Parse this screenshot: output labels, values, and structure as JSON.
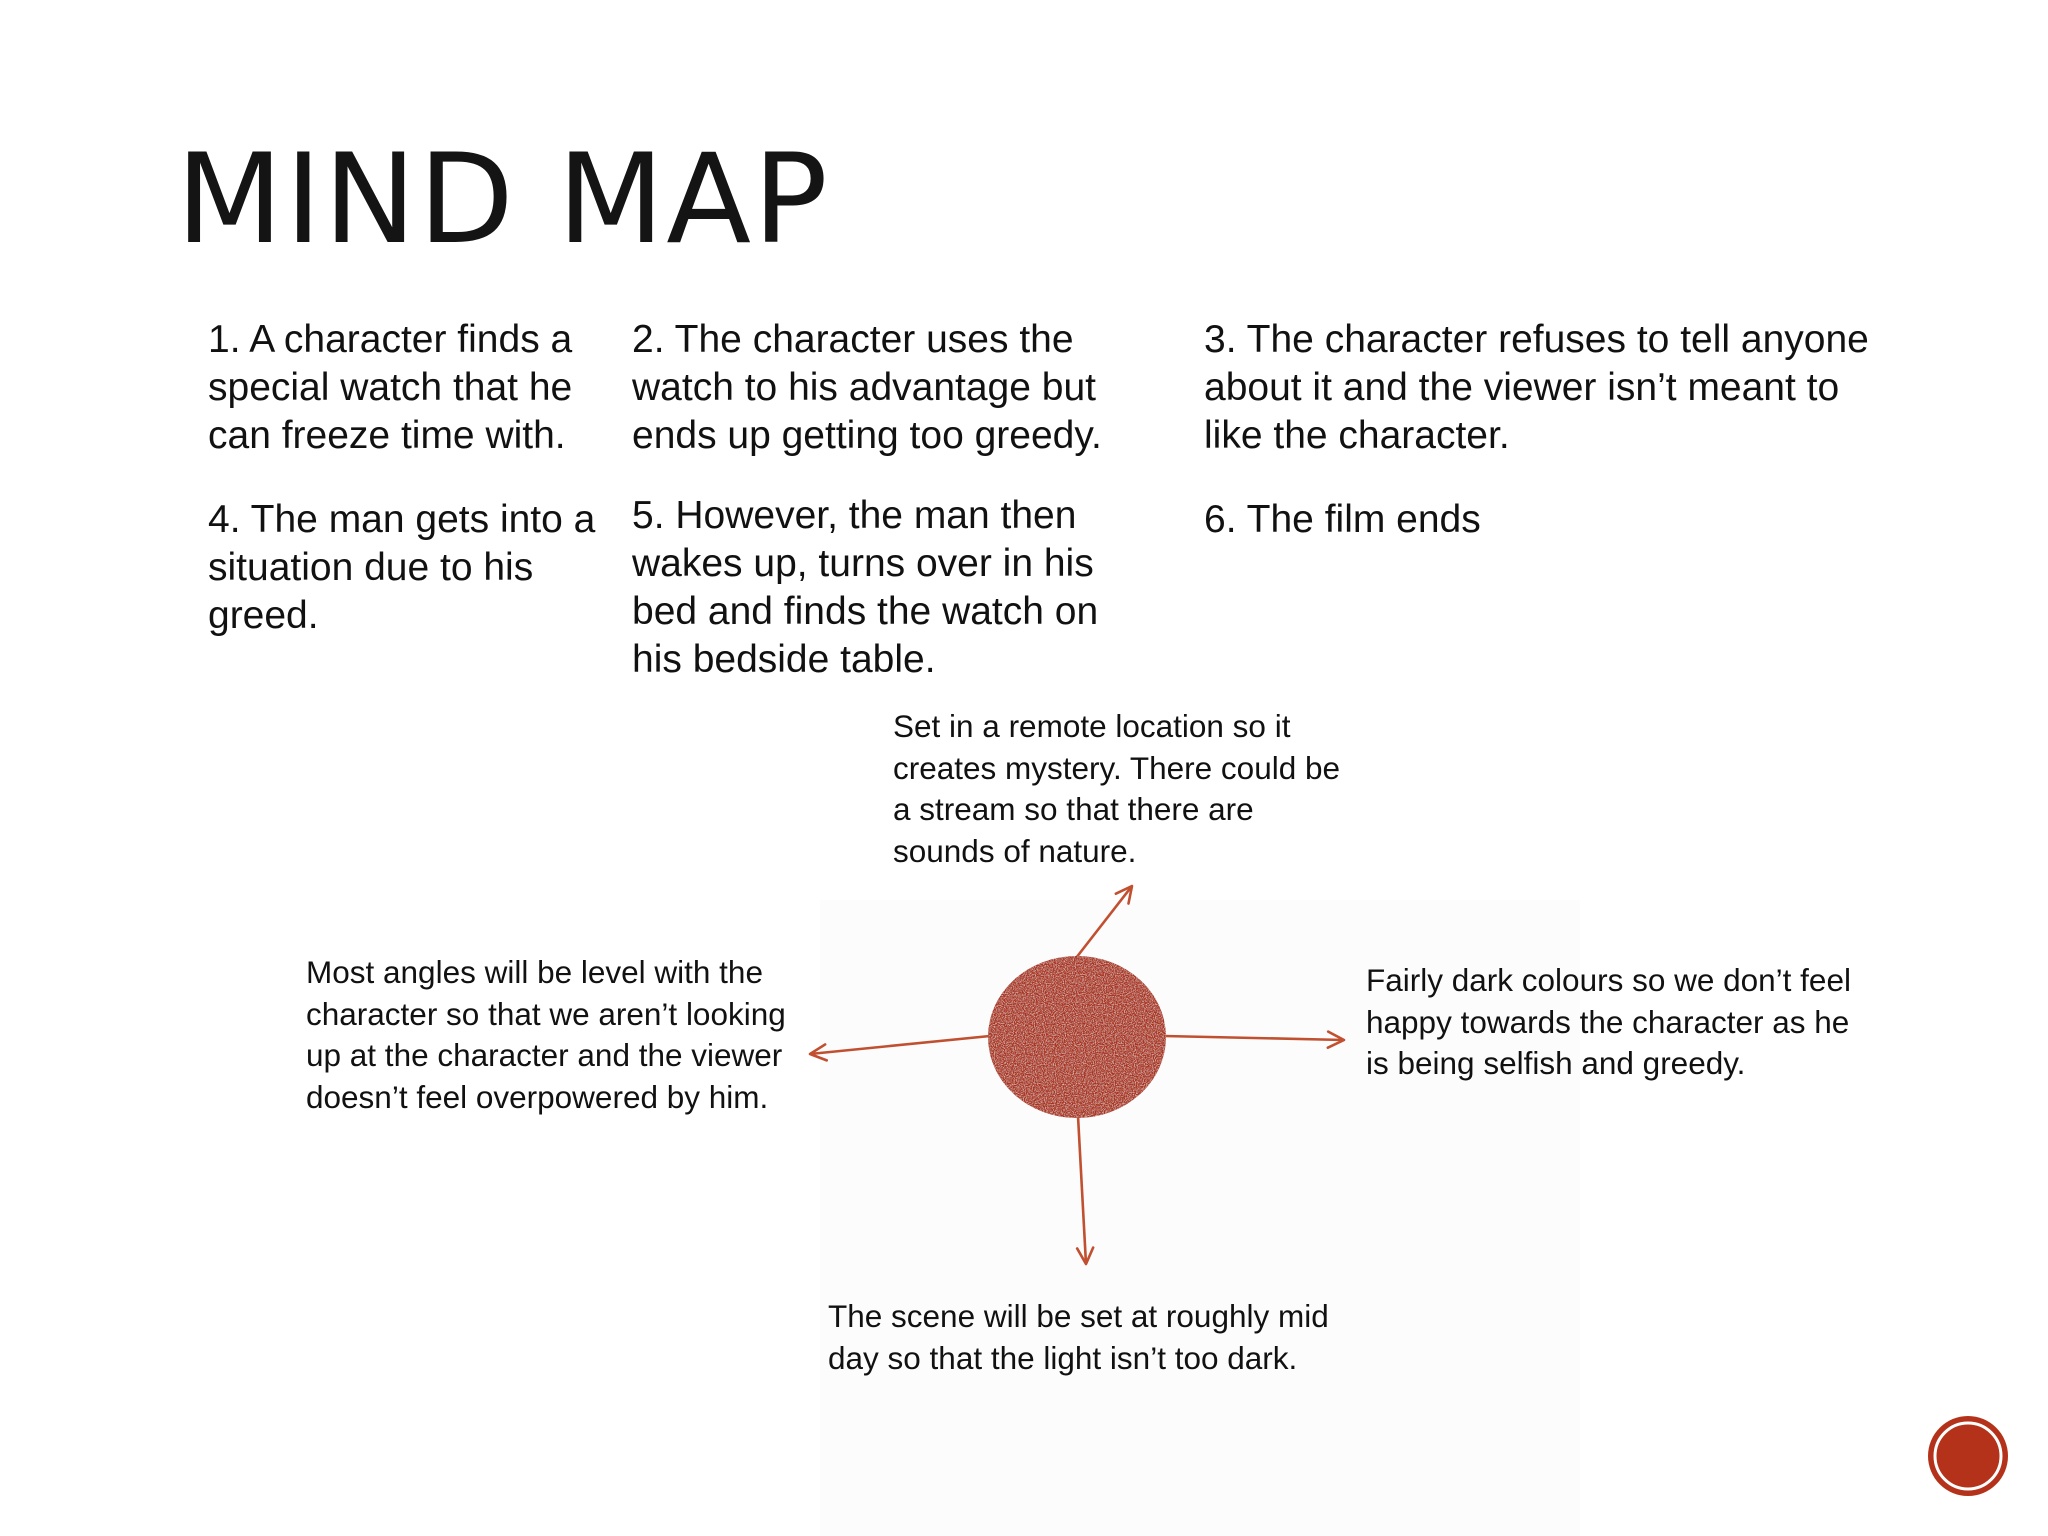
{
  "slide": {
    "title": "MIND MAP"
  },
  "steps": [
    "1. A character finds a special watch that he can freeze time with.",
    "2. The character uses the watch to his advantage but ends up getting too greedy.",
    "3. The character refuses to tell anyone about it and the viewer isn’t meant to like the character.",
    "4. The man gets into a situation due to his greed.",
    "5. However, the man then wakes up, turns over in his bed and finds the watch on his bedside table.",
    "6. The film ends"
  ],
  "mind_map": {
    "center": {
      "color": "#a8321f",
      "icon": "red-textured-circle"
    },
    "arrow_color": "#c0502f",
    "branches": {
      "top": "Set in a remote location so it creates mystery. There could be a stream so that there are sounds of nature.",
      "left": "Most angles will be level with the character so that we aren’t looking up at the character and the viewer doesn’t feel overpowered by him.",
      "right": "Fairly dark colours so we don’t feel happy towards the character as he is being selfish and greedy.",
      "bottom": "The scene will be set at roughly mid day so that the light isn’t too dark."
    }
  },
  "nav_button": {
    "icon": "circle-button-icon",
    "color": "#b4321a"
  }
}
